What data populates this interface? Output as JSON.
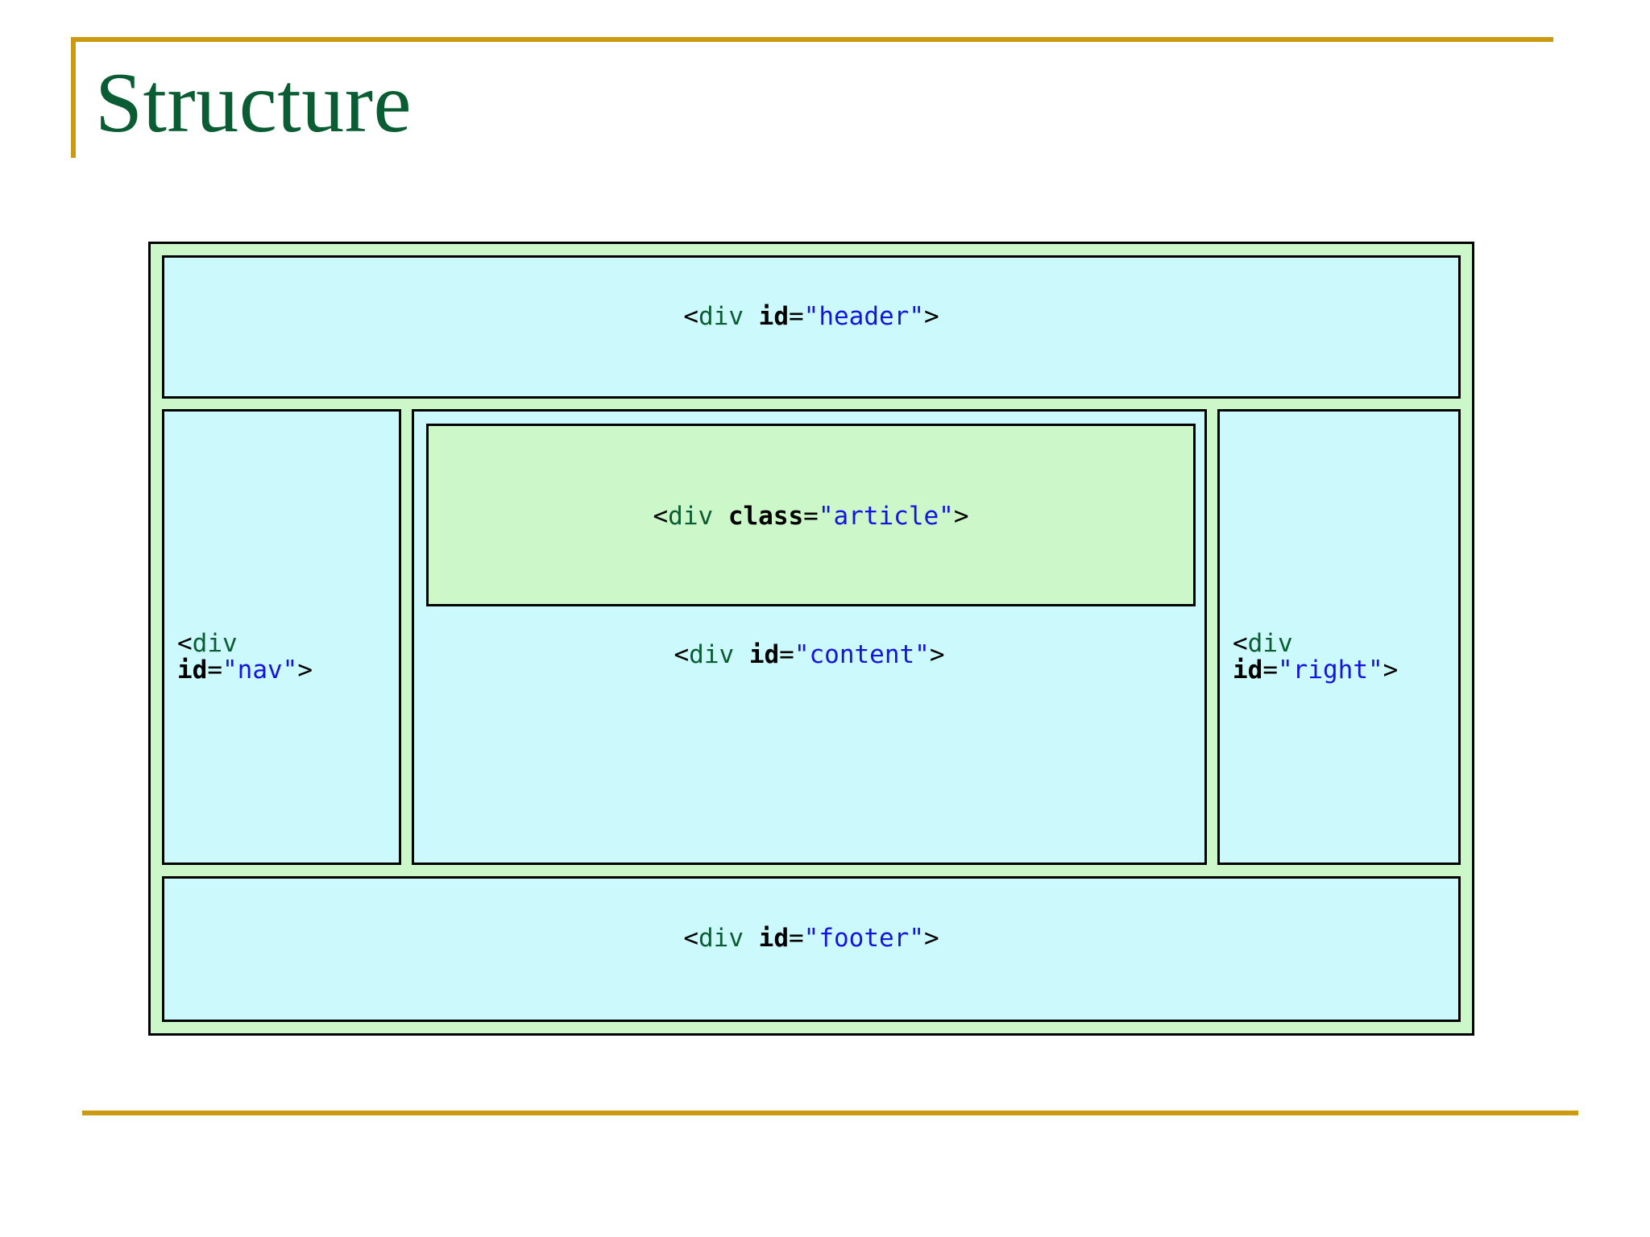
{
  "slide": {
    "title": "Structure",
    "accent_color": "#cc9a11",
    "title_color": "#0a5c32"
  },
  "diagram": {
    "container_fill": "#ccf7c8",
    "block_fill": "#ccf9fb",
    "nested_fill": "#ccf7c8",
    "border_color": "#000000",
    "code_colors": {
      "tag": "#0a5c32",
      "attribute": "#000000",
      "value": "#1414e0",
      "punctuation": "#000000"
    },
    "blocks": {
      "header": {
        "open": "<",
        "tag": "div",
        "space": " ",
        "attr": "id",
        "eq": "=",
        "value": "\"header\"",
        "close": ">"
      },
      "nav": {
        "line1_open": "<",
        "line1_tag": "div",
        "attr": "id",
        "eq": "=",
        "value": "\"nav\"",
        "close": ">"
      },
      "content": {
        "open": "<",
        "tag": "div",
        "space": " ",
        "attr": "id",
        "eq": "=",
        "value": "\"content\"",
        "close": ">"
      },
      "article": {
        "open": "<",
        "tag": "div",
        "space": " ",
        "attr": "class",
        "eq": "=",
        "value": "\"article\"",
        "close": ">"
      },
      "right": {
        "line1_open": "<",
        "line1_tag": "div",
        "attr": "id",
        "eq": "=",
        "value": "\"right\"",
        "close": ">"
      },
      "footer": {
        "open": "<",
        "tag": "div",
        "space": " ",
        "attr": "id",
        "eq": "=",
        "value": "\"footer\"",
        "close": ">"
      }
    }
  }
}
